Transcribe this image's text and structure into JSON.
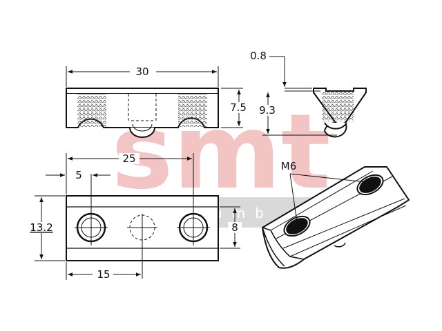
{
  "dimensions": {
    "top_width": "30",
    "top_height": "7.5",
    "side_top": "0.8",
    "side_height": "9.3",
    "hole_spacing": "25",
    "hole_offset": "5",
    "width": "13.2",
    "slot_width": "8",
    "center_offset": "15",
    "thread": "M6"
  },
  "watermark": {
    "main": "smt",
    "sub": "cumb"
  },
  "colors": {
    "line": "#111111",
    "watermark_red": "#f2c4c4",
    "watermark_band": "#d9d9d9"
  }
}
